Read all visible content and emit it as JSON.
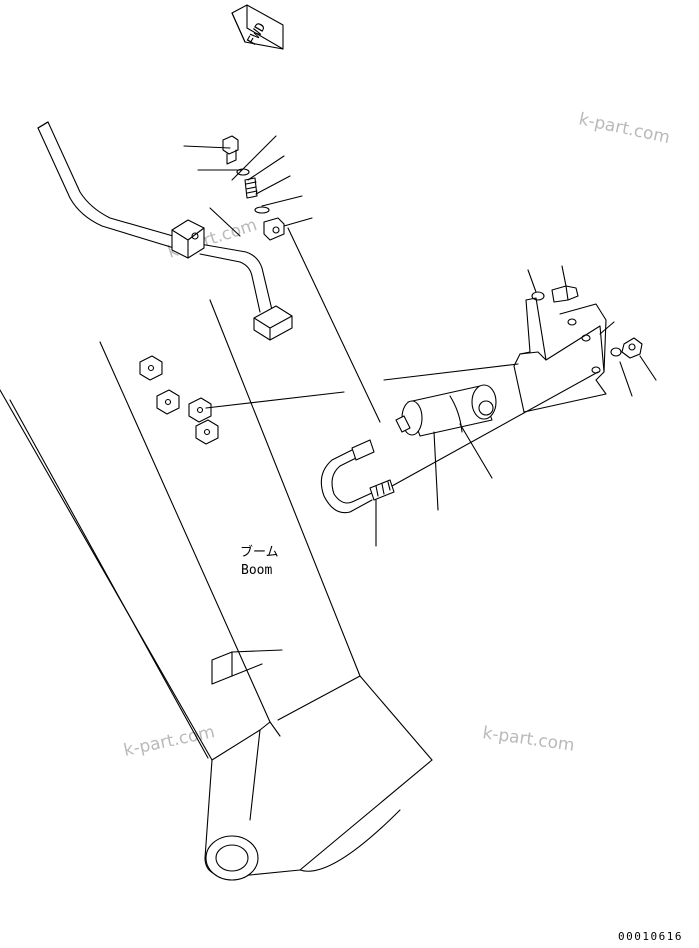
{
  "fwd_label": "FWD",
  "boom_label_jp": "ブーム",
  "boom_label_en": "Boom",
  "watermark_text": "k-part.com",
  "figure_number": "00010616",
  "line_color": "#000000",
  "watermark_color": "#b9b9b9"
}
